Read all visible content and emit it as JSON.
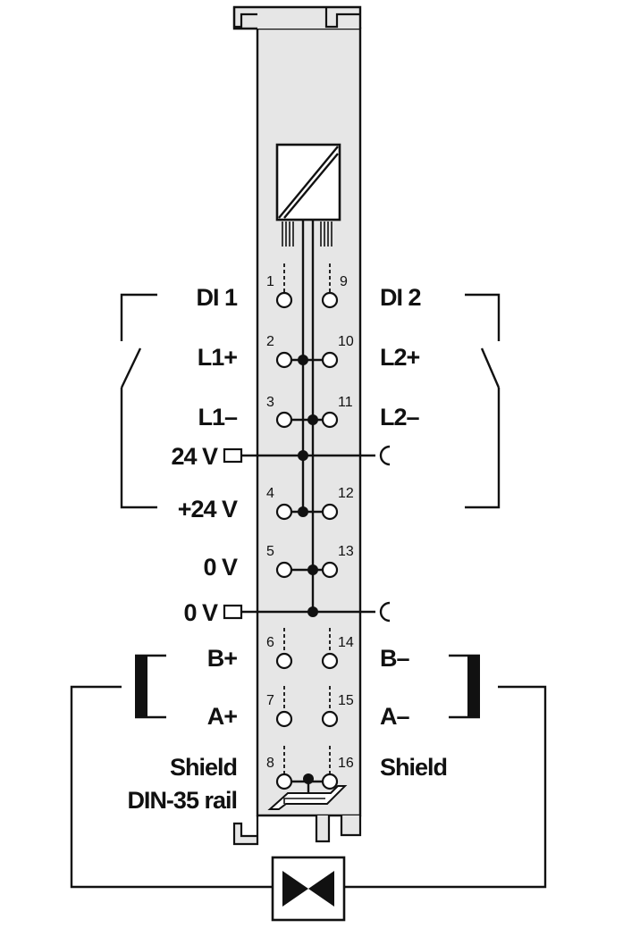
{
  "labels": {
    "di1": "DI 1",
    "di2": "DI 2",
    "l1p": "L1+",
    "l2p": "L2+",
    "l1m": "L1–",
    "l2m": "L2–",
    "v24_in": "24 V",
    "v24_plus": "+24 V",
    "v0": "0 V",
    "v0_in": "0 V",
    "bp": "B+",
    "bm": "B–",
    "ap": "A+",
    "am": "A–",
    "shield_left": "Shield",
    "shield_right": "Shield",
    "din": "DIN-35 rail"
  },
  "terminals": {
    "left": [
      "1",
      "2",
      "3",
      "4",
      "5",
      "6",
      "7",
      "8"
    ],
    "right": [
      "9",
      "10",
      "11",
      "12",
      "13",
      "14",
      "15",
      "16"
    ]
  },
  "colors": {
    "module_fill": "#e6e6e6",
    "line": "#111111"
  }
}
